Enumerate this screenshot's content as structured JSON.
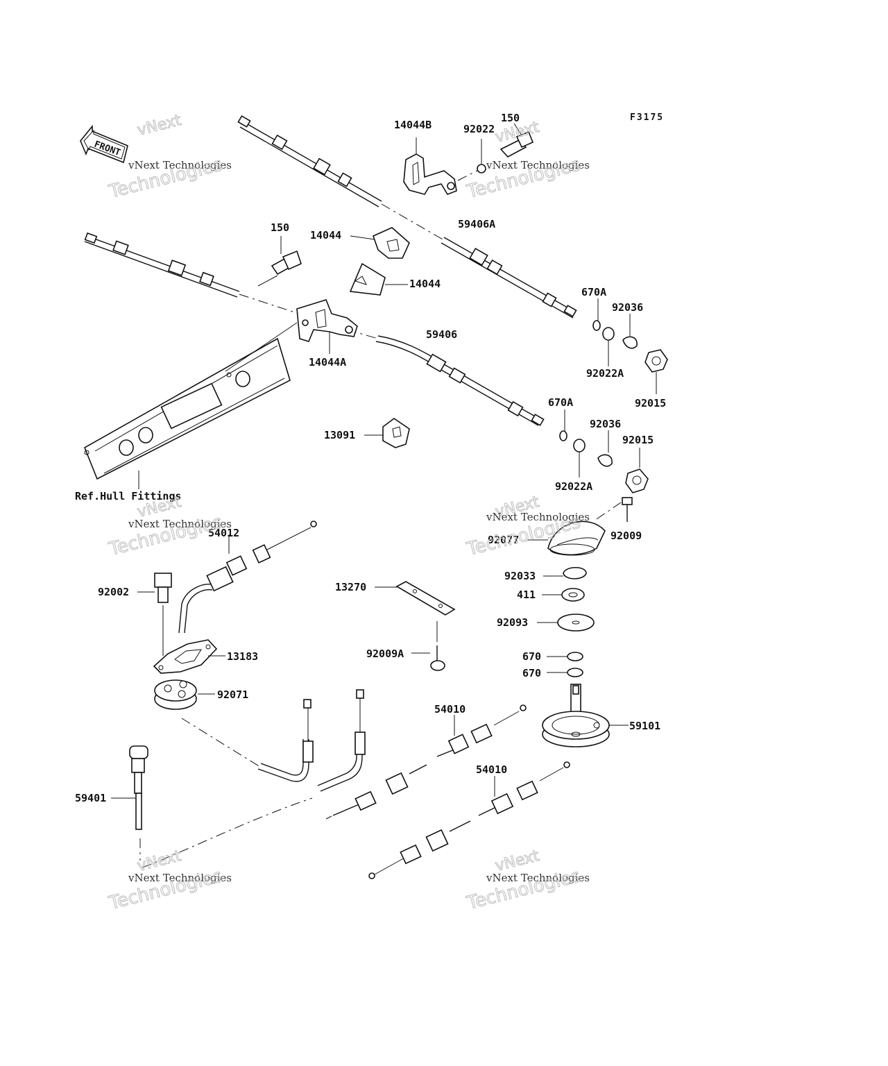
{
  "figure_code": "F3175",
  "front_label": "FRONT",
  "reference_note": "Ref.Hull Fittings",
  "watermark": {
    "line1": "vNext",
    "line2": "vNext Technologies",
    "line3": "Technologies"
  },
  "part_labels": [
    "14044B",
    "92022",
    "150",
    "150",
    "14044",
    "59406A",
    "14044",
    "670A",
    "92036",
    "59406",
    "14044A",
    "92022A",
    "92015",
    "670A",
    "13091",
    "92036",
    "92015",
    "92022A",
    "92009",
    "54012",
    "92077",
    "92033",
    "411",
    "92002",
    "13270",
    "92093",
    "13183",
    "92009A",
    "670",
    "670",
    "92071",
    "54010",
    "59101",
    "54010",
    "59401"
  ]
}
